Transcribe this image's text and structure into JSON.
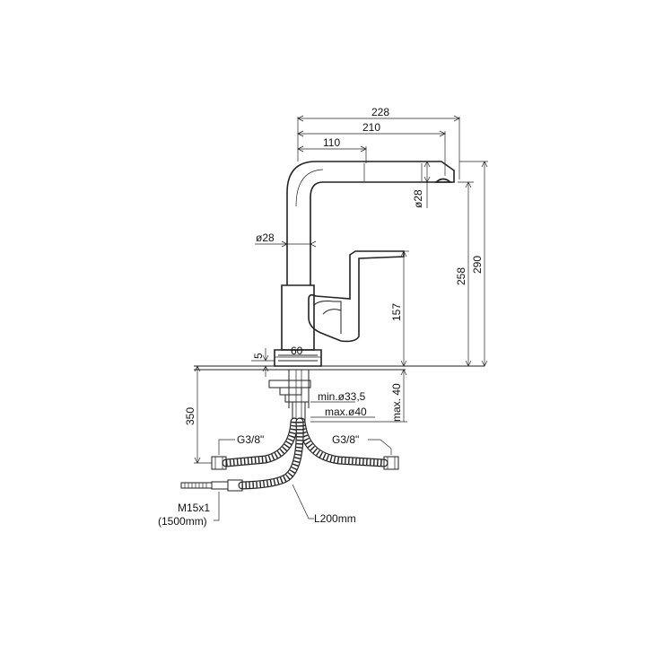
{
  "dimensions": {
    "d228": "228",
    "d210": "210",
    "d110": "110",
    "dia28_top": "ø28",
    "dia28_left": "ø28",
    "d258": "258",
    "d290": "290",
    "d157": "157",
    "d60": "60",
    "d5": "5",
    "d350": "350",
    "d_max40": "max. 40",
    "min_hole": "min.ø33,5",
    "max_hole": "max.ø40"
  },
  "labels": {
    "g38_left": "G3/8\"",
    "g38_right": "G3/8\"",
    "m15": "M15x1",
    "m15_len": "(1500mm)",
    "l200": "L200mm"
  },
  "colors": {
    "line": "#222222",
    "background": "#ffffff"
  }
}
